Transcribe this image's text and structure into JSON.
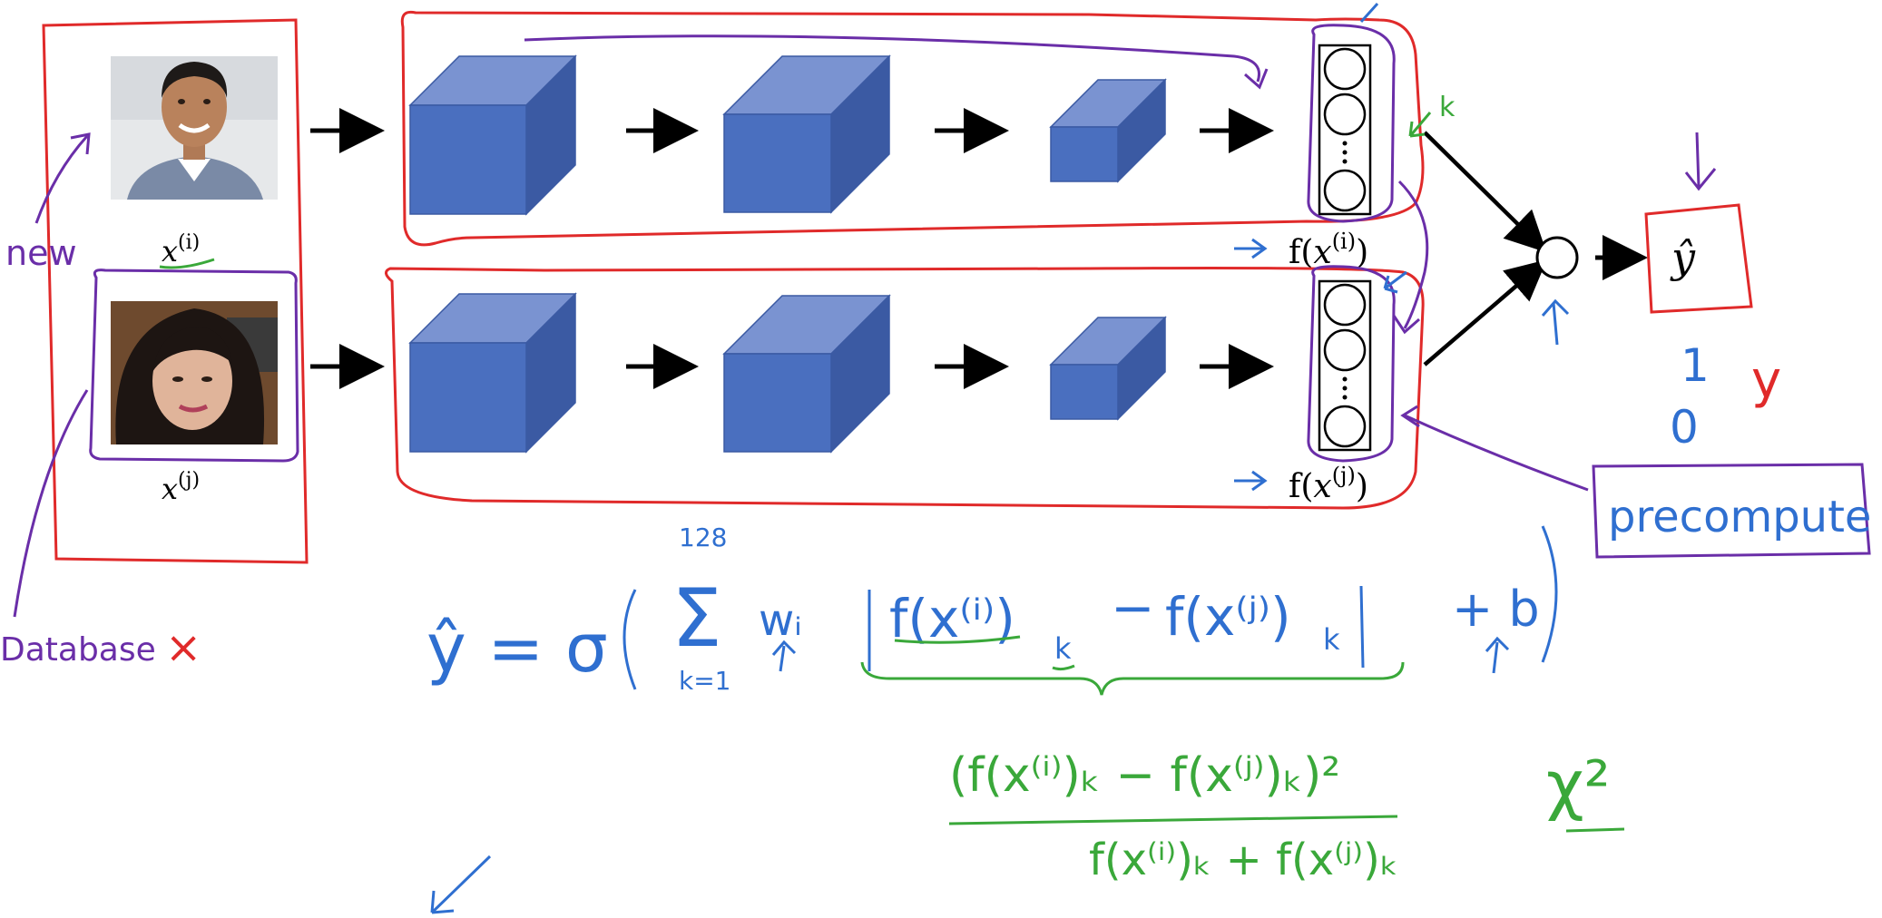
{
  "colors": {
    "cube_front": "#4a6fbf",
    "cube_top": "#7a93d1",
    "cube_side": "#3b5aa3",
    "ink_red": "#e02a2a",
    "ink_purple": "#6a2ea8",
    "ink_blue": "#2f6fd0",
    "ink_green": "#3aa83a",
    "arrow": "#000000"
  },
  "inputs": {
    "top_label": "x(i)",
    "top_label_base": "x",
    "top_label_sup": "(i)",
    "bottom_label": "x(j)",
    "bottom_label_base": "x",
    "bottom_label_sup": "(j)"
  },
  "encodings": {
    "top": {
      "func": "f(",
      "base": "x",
      "sup": "(i)",
      "close": ")"
    },
    "bottom": {
      "func": "f(",
      "base": "x",
      "sup": "(j)",
      "close": ")"
    }
  },
  "output": {
    "symbol": "ŷ"
  },
  "annotations": {
    "new": "new",
    "database": "Database",
    "database_mark": "×",
    "k_mark": "k",
    "one": "1",
    "zero": "0",
    "y_mark": "y",
    "precompute": "precompute",
    "chi_squared": "χ²"
  },
  "formula": {
    "lhs": "ŷ = σ",
    "sum_top": "128",
    "sum_bottom": "k=1",
    "sigma": "Σ",
    "weight": "wᵢ",
    "term_a": "f(x⁽ⁱ⁾)",
    "sub_a": "k",
    "minus": "−",
    "term_b": "f(x⁽ʲ⁾)",
    "sub_b": "k",
    "plus_b": "+ b",
    "numerator": "(f(x⁽ⁱ⁾)ₖ − f(x⁽ʲ⁾)ₖ)²",
    "denominator": "f(x⁽ⁱ⁾)ₖ + f(x⁽ʲ⁾)ₖ"
  }
}
